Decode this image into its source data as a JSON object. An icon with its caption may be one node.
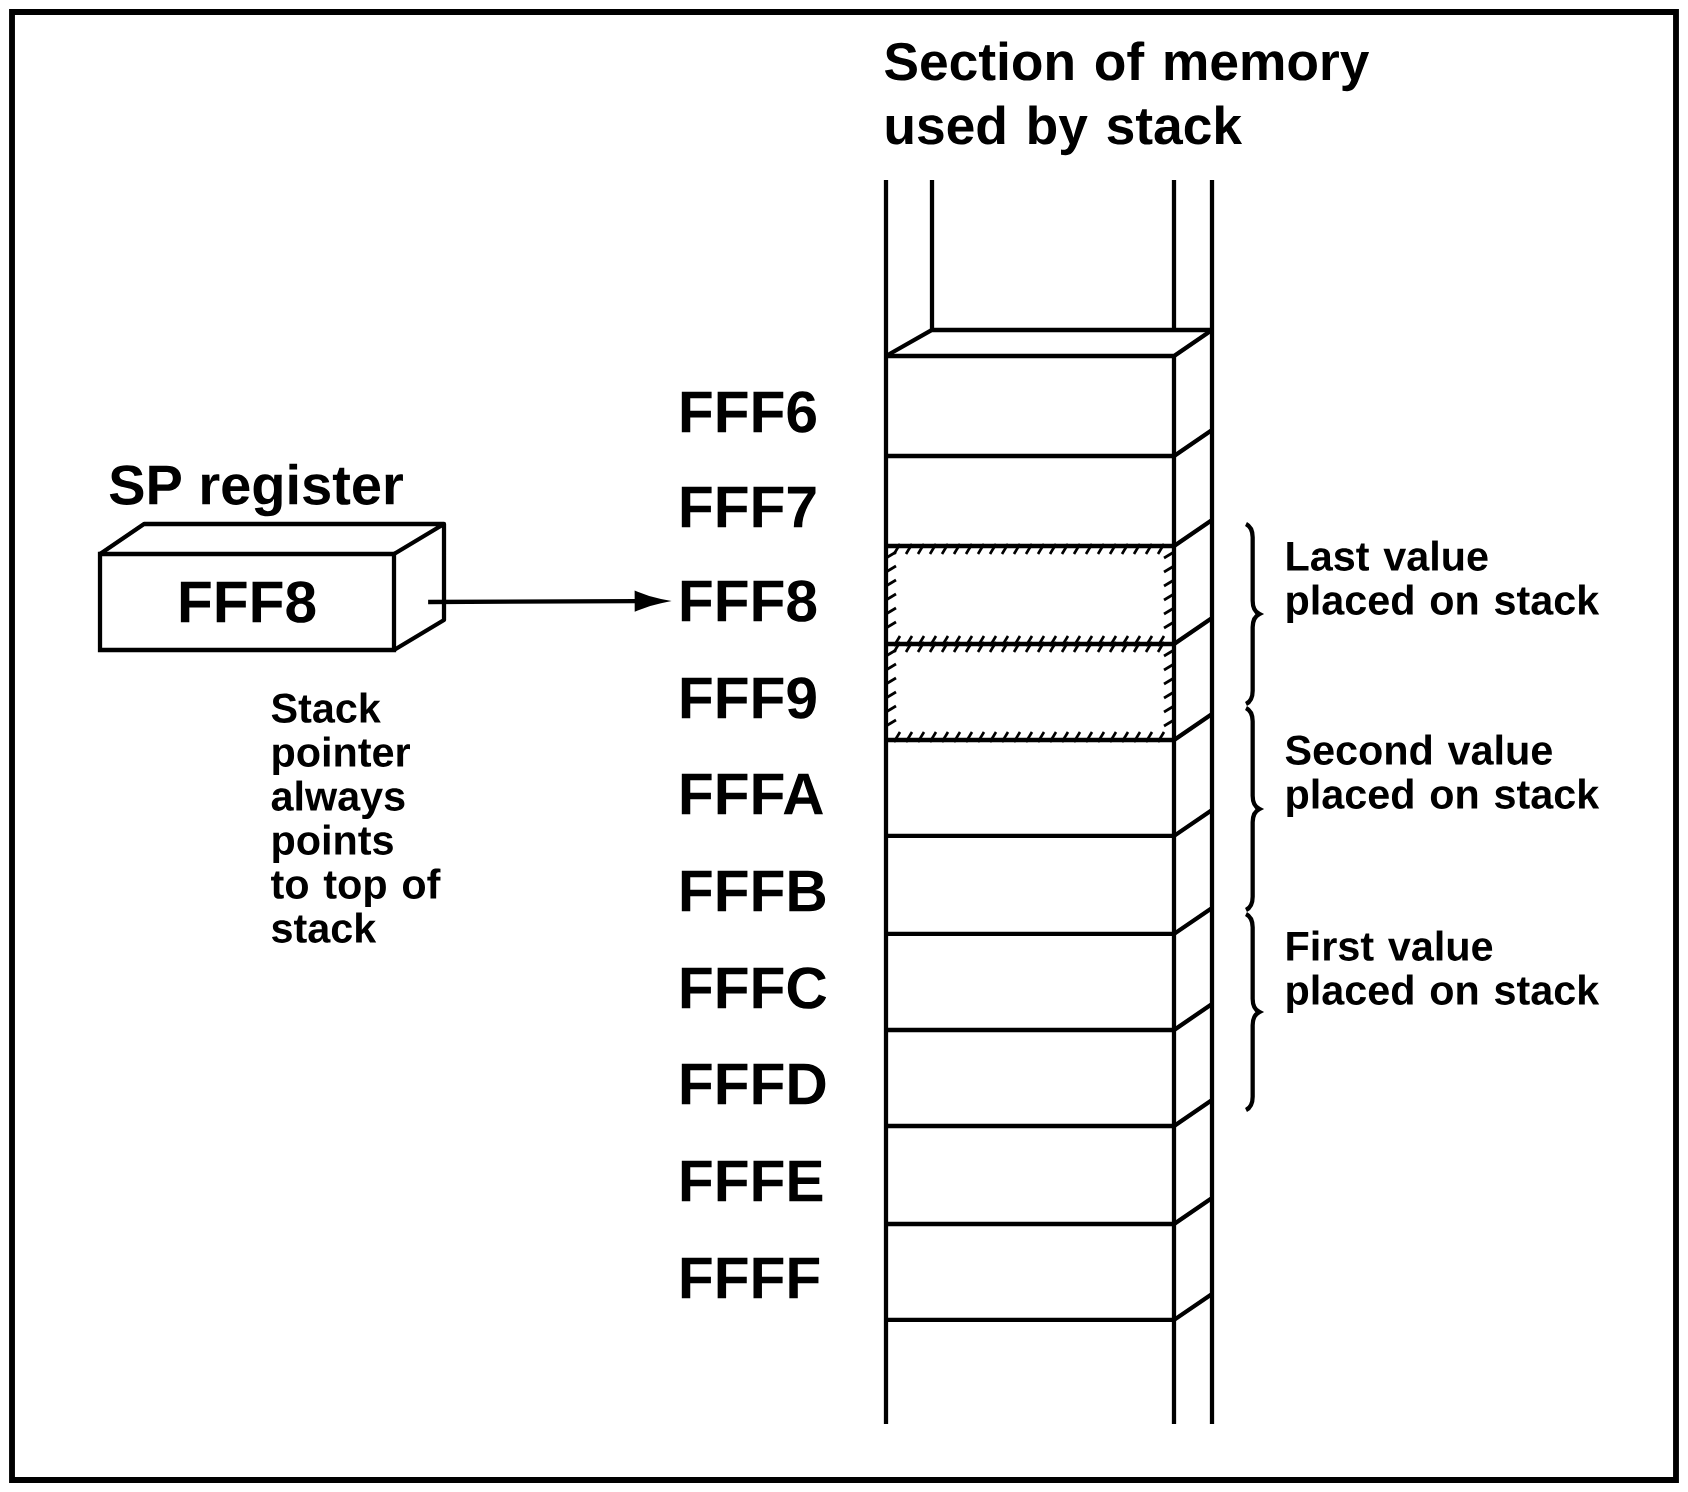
{
  "diagram": {
    "title": "Section of memory used by stack",
    "nodes": [
      {
        "text": [
          "SP register",
          "FFF8"
        ]
      },
      {
        "text": [
          "FFF6"
        ]
      },
      {
        "text": [
          "FFF7"
        ]
      },
      {
        "text": [
          "FFF8"
        ]
      },
      {
        "text": [
          "FFF9"
        ]
      },
      {
        "text": [
          "FFFA"
        ]
      },
      {
        "text": [
          "FFFB"
        ]
      },
      {
        "text": [
          "FFFC"
        ]
      },
      {
        "text": [
          "FFFD"
        ]
      },
      {
        "text": [
          "FFFE"
        ]
      },
      {
        "text": [
          "FFFF"
        ]
      }
    ],
    "edges": [
      {
        "from": 0,
        "to": 3,
        "arrow": "to"
      }
    ],
    "labels": [
      "Stack pointer always points to top of stack",
      "Last value placed on stack",
      "Second value placed on stack",
      "First value placed on stack"
    ]
  }
}
